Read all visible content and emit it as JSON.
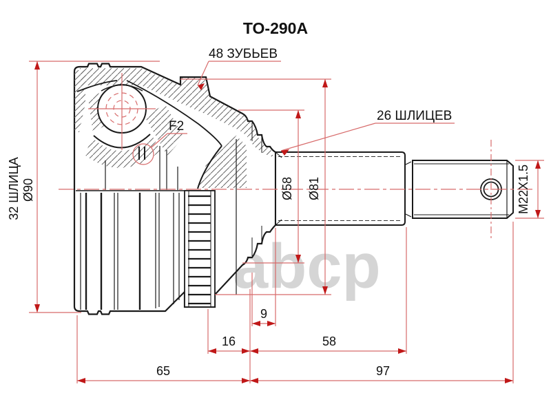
{
  "title": "TO-290A",
  "watermark": "abcp",
  "callouts": {
    "teeth": "48 ЗУБЬЕВ",
    "outer_splines": "26 ШЛИЦЕВ",
    "inner_splines": "32 ШЛИЦА",
    "groove_detail": "F2",
    "thread": "M22X1.5",
    "dia_housing": "Ø90",
    "dia_boot": "Ø58",
    "dia_ring": "Ø81"
  },
  "dimensions": {
    "dim_9": "9",
    "dim_16": "16",
    "dim_58": "58",
    "dim_65": "65",
    "dim_97": "97"
  },
  "colors": {
    "outline_black": "#1a1a1a",
    "dimension_red": "#d76a6a",
    "arrow_red": "#c01818",
    "hatch_gray": "#666666",
    "watermark_gray": "#cbcbcb"
  }
}
